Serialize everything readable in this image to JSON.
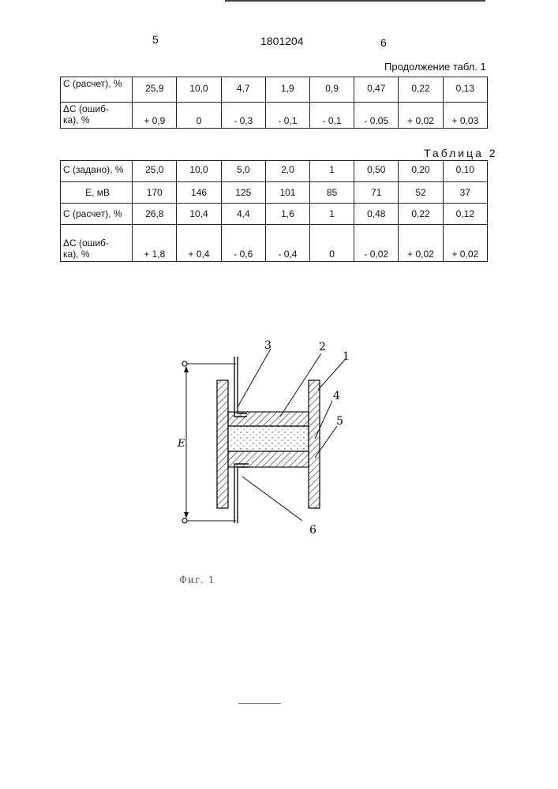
{
  "header": {
    "page_left": "5",
    "patent_number": "1801204",
    "page_right": "6",
    "continuation_caption": "Продолжение табл. 1"
  },
  "table1": {
    "rows": [
      {
        "label": "С (расчет), %",
        "values": [
          "25,9",
          "10,0",
          "4,7",
          "1,9",
          "0,9",
          "0,47",
          "0,22",
          "0,13"
        ]
      },
      {
        "label_line1": "ΔС (ошиб-",
        "label_line2": "ка), %",
        "values": [
          "+ 0,9",
          "0",
          "- 0,3",
          "- 0,1",
          "- 0,1",
          "- 0,05",
          "+ 0,02",
          "+ 0,03"
        ]
      }
    ]
  },
  "table2": {
    "caption": "Таблица 2",
    "rows": [
      {
        "label": "С (задано), %",
        "values": [
          "25,0",
          "10,0",
          "5,0",
          "2,0",
          "1",
          "0,50",
          "0,20",
          "0,10"
        ]
      },
      {
        "label": "Е, мВ",
        "values": [
          "170",
          "146",
          "125",
          "101",
          "85",
          "71",
          "52",
          "37"
        ]
      },
      {
        "label": "С (расчет), %",
        "values": [
          "26,8",
          "10,4",
          "4,4",
          "1,6",
          "1",
          "0,48",
          "0,22",
          "0,12"
        ]
      },
      {
        "label_line1": "ΔС (ошиб-",
        "label_line2": "ка), %",
        "values": [
          "+ 1,8",
          "+ 0,4",
          "- 0,6",
          "- 0,4",
          "0",
          "- 0,02",
          "+ 0,02",
          "+ 0,02"
        ]
      }
    ]
  },
  "figure": {
    "labels": {
      "n1": "1",
      "n2": "2",
      "n3": "3",
      "n4": "4",
      "n5": "5",
      "n6": "6",
      "e": "E"
    },
    "caption": "Фиг. 1"
  }
}
